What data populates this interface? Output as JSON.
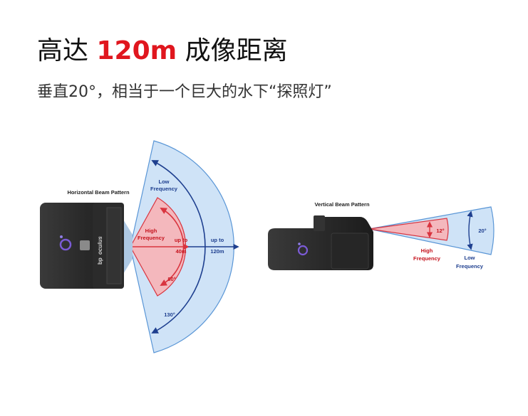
{
  "header": {
    "title_prefix": "高达",
    "title_highlight": "120m",
    "title_suffix": "成像距离",
    "subtitle": "垂直20°，相当于一个巨大的水下“探照灯”"
  },
  "horizontal": {
    "caption": "Horizontal Beam Pattern",
    "low_freq_line1": "Low",
    "low_freq_line2": "Frequency",
    "high_freq_line1": "High",
    "high_freq_line2": "Frequency",
    "range_high_line1": "up to",
    "range_high_line2": "40m",
    "range_low_line1": "up to",
    "range_low_line2": "120m",
    "angle_high": "80°",
    "angle_low": "130°",
    "device_brand": "bp",
    "device_name": "oculus"
  },
  "vertical": {
    "caption": "Vertical Beam Pattern",
    "angle_high": "12°",
    "angle_low": "20°",
    "high_freq_line1": "High",
    "high_freq_line2": "Frequency",
    "low_freq_line1": "Low",
    "low_freq_line2": "Frequency"
  },
  "colors": {
    "accent_red": "#e0161e",
    "arrow_blue": "#1e3f8f",
    "low_fill": "#cfe3f7",
    "low_stroke": "#5a96d6",
    "high_fill": "#f4b8bd",
    "high_stroke": "#d9343f"
  }
}
